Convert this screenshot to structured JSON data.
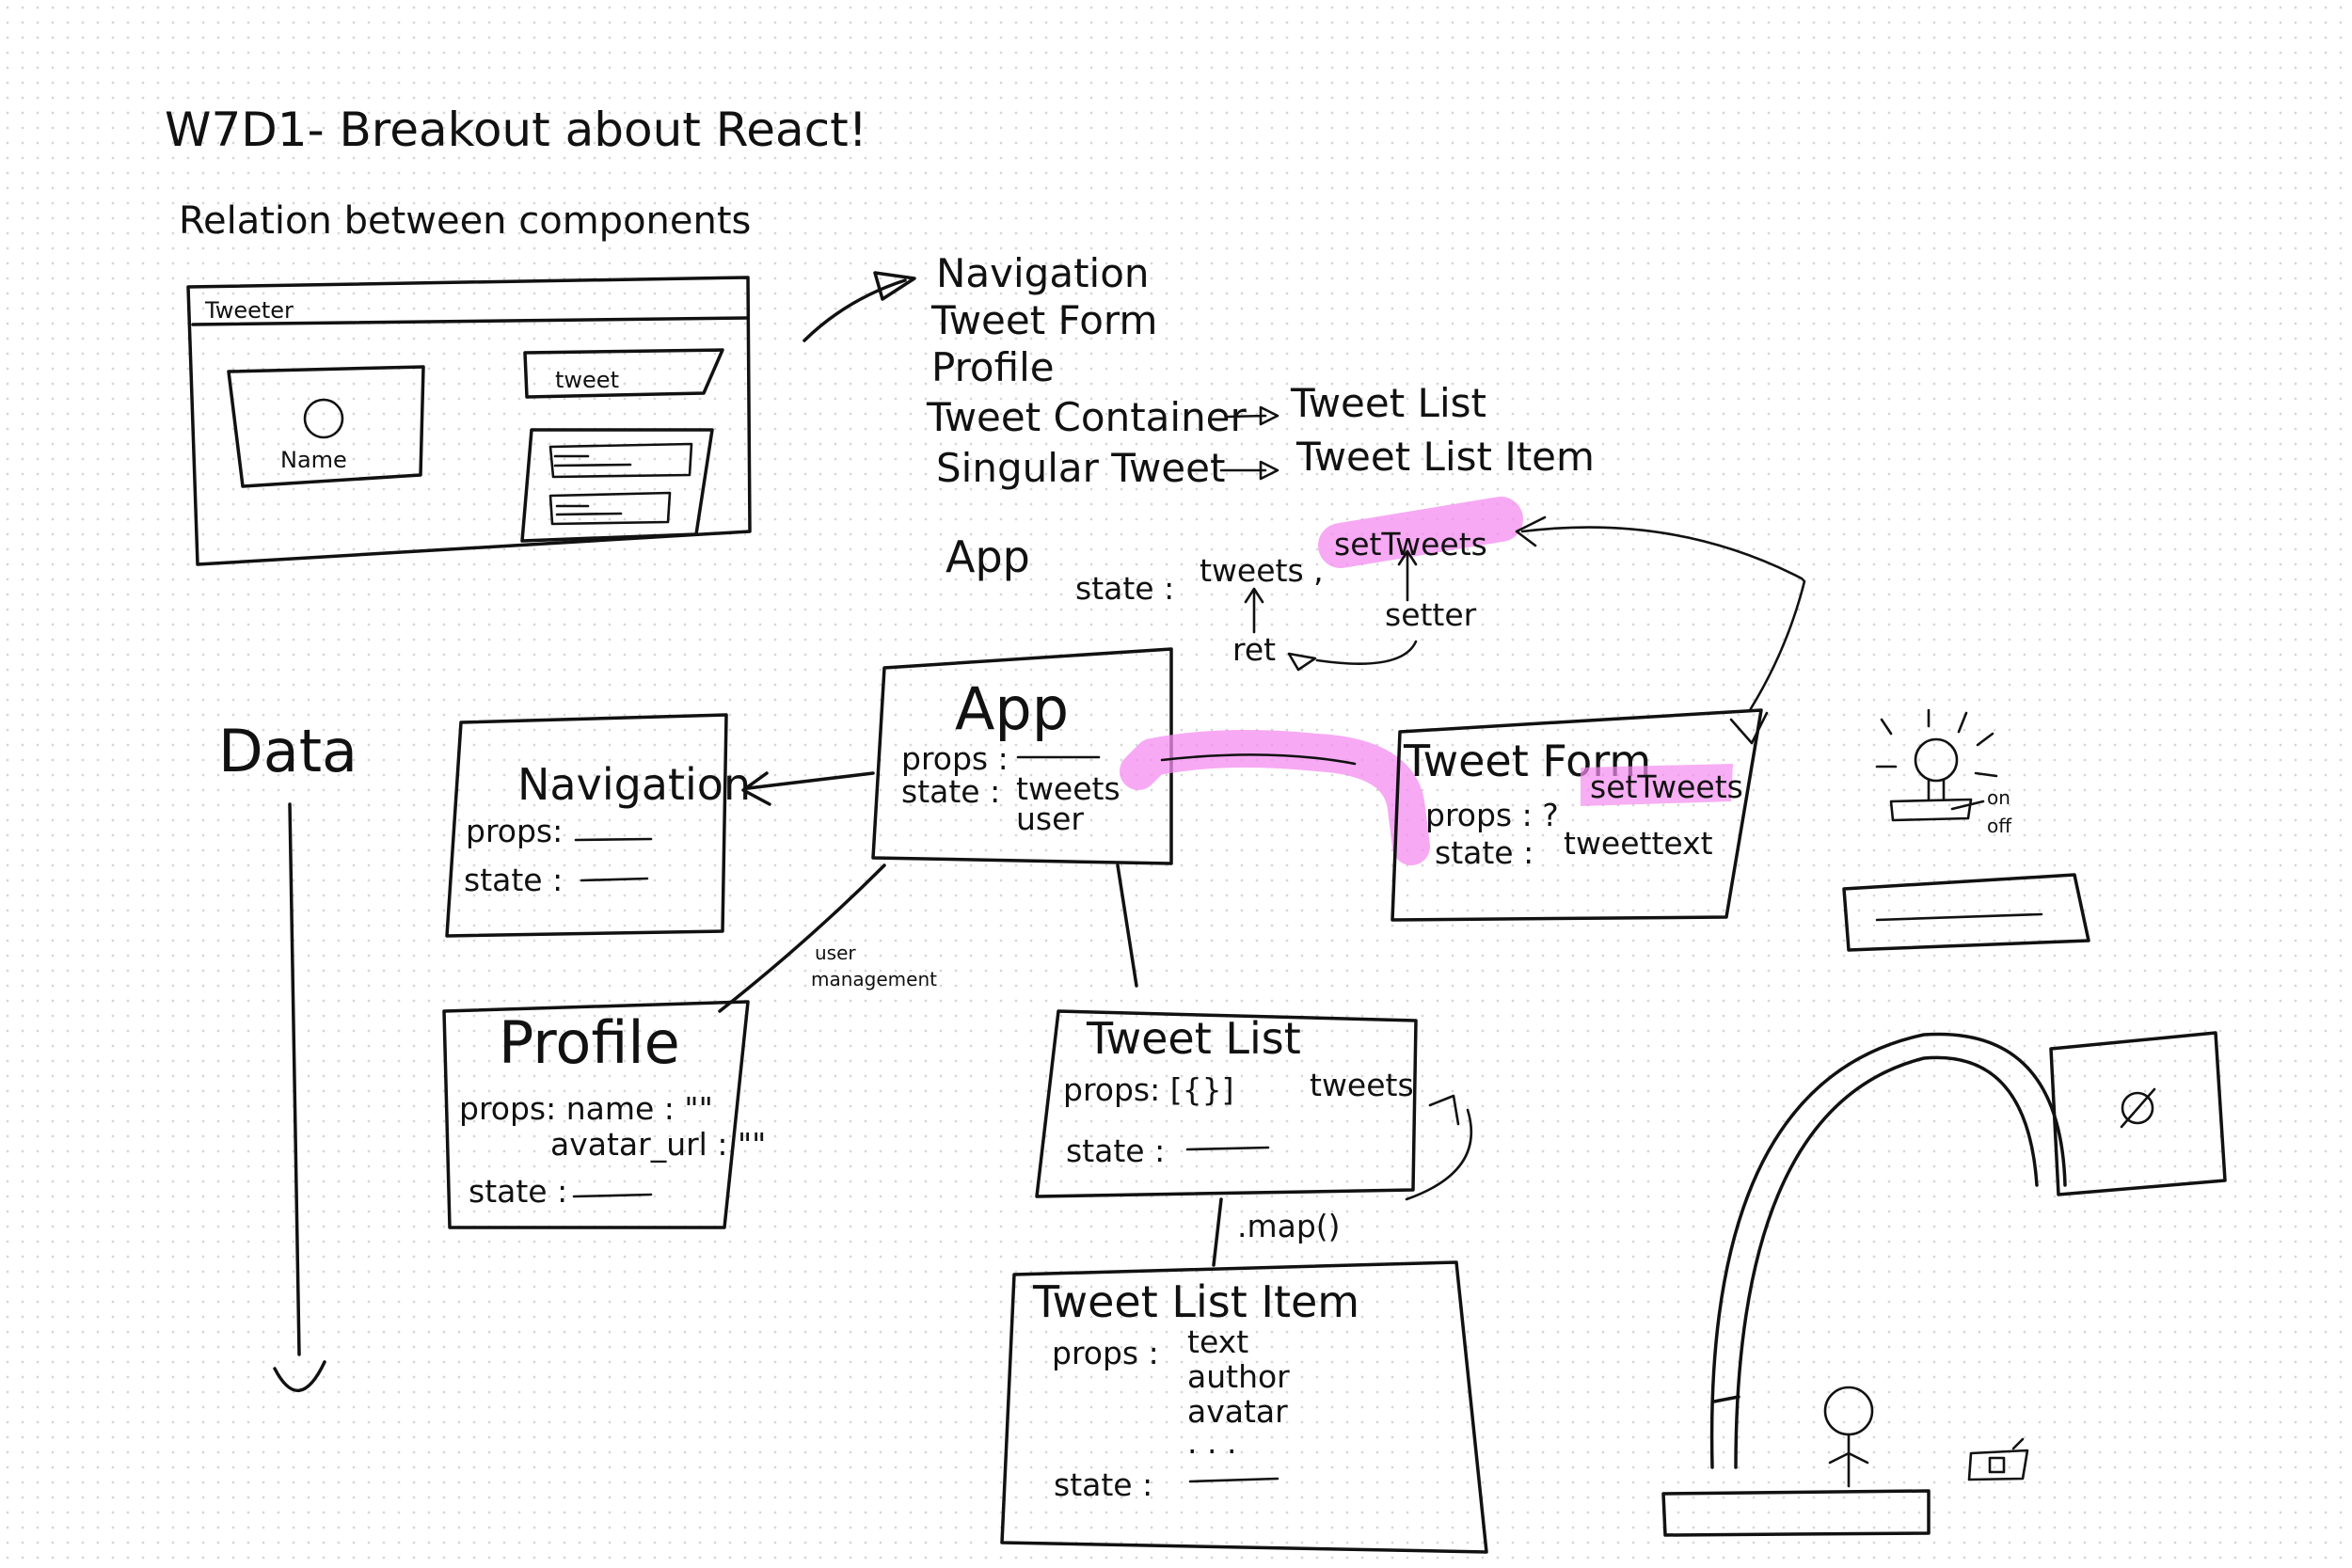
{
  "title": "W7D1- Breakout about React!",
  "subtitle": "Relation between components",
  "mockup": {
    "app_label": "Tweeter",
    "profile_name": "Name",
    "input_label": "tweet"
  },
  "component_list": {
    "items": [
      "Navigation",
      "Tweet Form",
      "Profile",
      "Tweet Container",
      "Singular Tweet"
    ],
    "renames": [
      "Tweet List",
      "Tweet List Item"
    ]
  },
  "state_note": {
    "app_label": "App",
    "state_label": "state :",
    "tweets_label": "tweets ,",
    "setter_value": "setTweets",
    "ret_label": "ret",
    "setter_label": "setter"
  },
  "data_label": "Data",
  "boxes": {
    "app": {
      "title": "App",
      "props": "props :",
      "state": "state :",
      "state_values": [
        "tweets",
        "user"
      ]
    },
    "navigation": {
      "title": "Navigation",
      "props": "props:",
      "state": "state :"
    },
    "tweet_form": {
      "title": "Tweet Form",
      "props": "props : ?",
      "props_value": "setTweets",
      "state": "state :",
      "state_value": "tweettext"
    },
    "profile": {
      "title": "Profile",
      "props": "props: name : \"\"",
      "props_extra": "avatar_url : \"\"",
      "state": "state :"
    },
    "tweet_list": {
      "title": "Tweet List",
      "props": "props: [{}]",
      "props_value": "tweets",
      "state": "state :"
    },
    "tweet_list_item": {
      "title": "Tweet List Item",
      "props": "props :",
      "props_values": [
        "text",
        "author",
        "avatar",
        ". . ."
      ],
      "state": "state :"
    }
  },
  "edges": {
    "user_management": [
      "user",
      "management"
    ],
    "map": ".map()"
  },
  "sketch": {
    "on": "on",
    "off": "off"
  },
  "colors": {
    "ink": "#111111",
    "highlight": "#f48cf0",
    "grid_dot": "#d6d6d6"
  }
}
